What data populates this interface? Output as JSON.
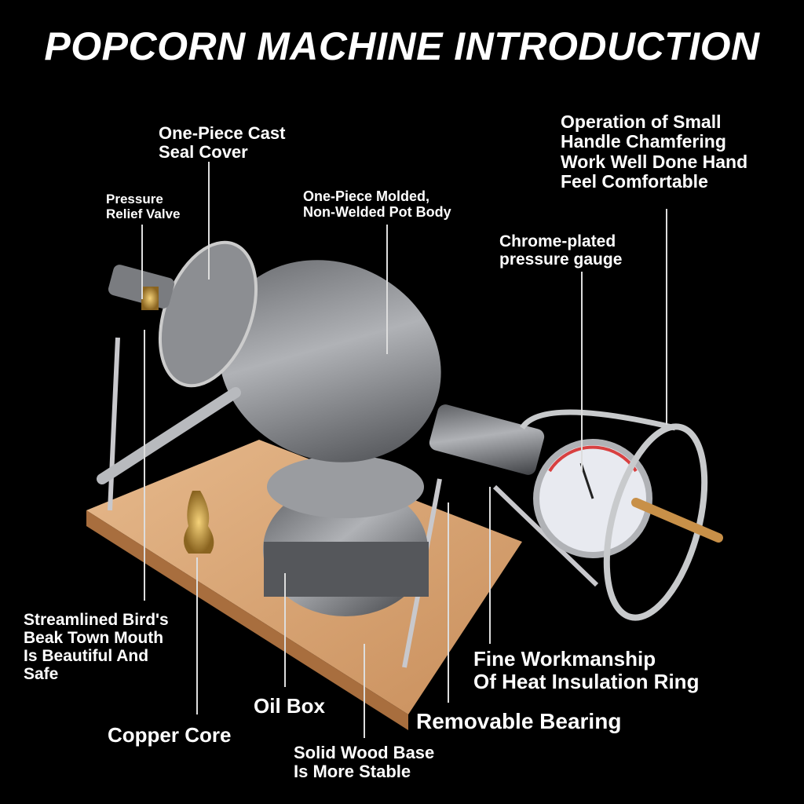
{
  "title": "POPCORN MACHINE INTRODUCTION",
  "callouts": {
    "seal_cover": [
      "One-Piece Cast",
      "Seal Cover"
    ],
    "relief_valve": [
      "Pressure",
      "Relief Valve"
    ],
    "pot_body": [
      "One-Piece Molded,",
      "Non-Welded Pot Body"
    ],
    "handle": [
      "Operation of Small",
      "Handle Chamfering",
      "Work Well Done Hand",
      "Feel Comfortable"
    ],
    "gauge": [
      "Chrome-plated",
      "pressure gauge"
    ],
    "mouth": [
      "Streamlined Bird's",
      "Beak Town Mouth",
      "Is Beautiful And",
      "Safe"
    ],
    "copper_core": "Copper Core",
    "oil_box": "Oil Box",
    "wood_base": [
      "Solid Wood Base",
      "Is More Stable"
    ],
    "bearing": "Removable Bearing",
    "insulation_ring": [
      "Fine Workmanship",
      "Of Heat Insulation Ring"
    ]
  },
  "colors": {
    "background": "#000000",
    "text": "#ffffff",
    "wood": "#d9a878",
    "metal": "#8a8c90",
    "brass": "#c9a040"
  }
}
